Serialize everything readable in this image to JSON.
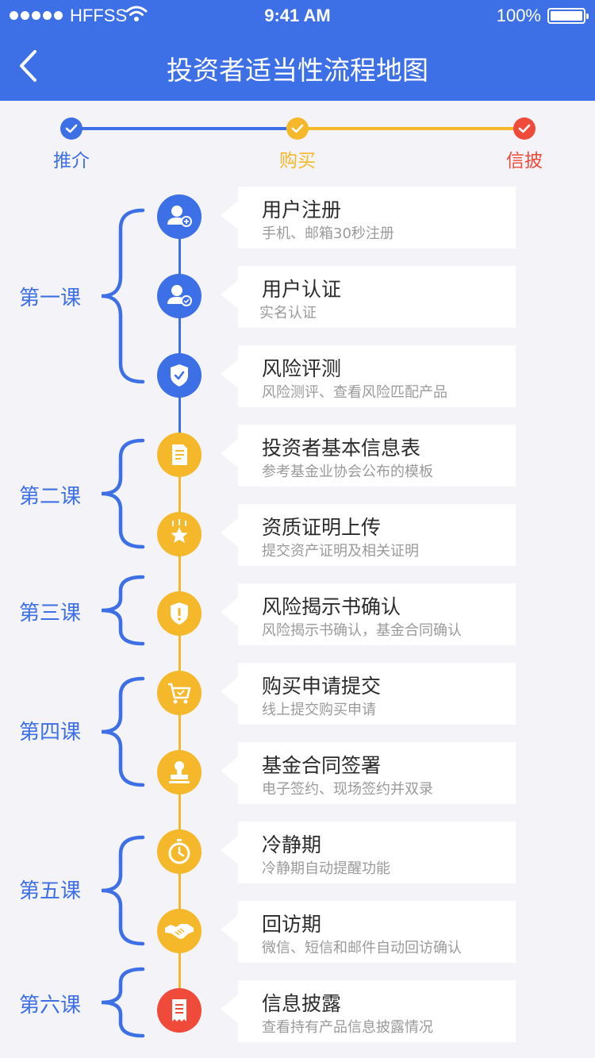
{
  "status_bar": {
    "carrier": "HFFSS",
    "time": "9:41 AM",
    "battery": "100%"
  },
  "header": {
    "title": "投资者适当性流程地图"
  },
  "stepper": {
    "steps": [
      {
        "label": "推介",
        "color": "#3d6fe6"
      },
      {
        "label": "购买",
        "color": "#f5b82a"
      },
      {
        "label": "信披",
        "color": "#ef4a3a"
      }
    ]
  },
  "lessons": [
    {
      "label": "第一课"
    },
    {
      "label": "第二课"
    },
    {
      "label": "第三课"
    },
    {
      "label": "第四课"
    },
    {
      "label": "第五课"
    },
    {
      "label": "第六课"
    }
  ],
  "items": [
    {
      "title": "用户注册",
      "subtitle": "手机、邮箱30秒注册",
      "icon": "user-add-icon",
      "color": "#3d6fe6"
    },
    {
      "title": "用户认证",
      "subtitle": "实名认证",
      "icon": "user-verified-icon",
      "color": "#3d6fe6"
    },
    {
      "title": "风险评测",
      "subtitle": "风险测评、查看风险匹配产品",
      "icon": "shield-check-icon",
      "color": "#3d6fe6"
    },
    {
      "title": "投资者基本信息表",
      "subtitle": "参考基金业协会公布的模板",
      "icon": "document-icon",
      "color": "#f5b82a"
    },
    {
      "title": "资质证明上传",
      "subtitle": "提交资产证明及相关证明",
      "icon": "star-badge-icon",
      "color": "#f5b82a"
    },
    {
      "title": "风险揭示书确认",
      "subtitle": "风险揭示书确认，基金合同确认",
      "icon": "shield-alert-icon",
      "color": "#f5b82a"
    },
    {
      "title": "购买申请提交",
      "subtitle": "线上提交购买申请",
      "icon": "cart-icon",
      "color": "#f5b82a"
    },
    {
      "title": "基金合同签署",
      "subtitle": "电子签约、现场签约并双录",
      "icon": "stamp-icon",
      "color": "#f5b82a"
    },
    {
      "title": "冷静期",
      "subtitle": "冷静期自动提醒功能",
      "icon": "stopwatch-icon",
      "color": "#f5b82a"
    },
    {
      "title": "回访期",
      "subtitle": "微信、短信和邮件自动回访确认",
      "icon": "handshake-icon",
      "color": "#f5b82a"
    },
    {
      "title": "信息披露",
      "subtitle": "查看持有产品信息披露情况",
      "icon": "receipt-icon",
      "color": "#ef4a3a"
    }
  ]
}
